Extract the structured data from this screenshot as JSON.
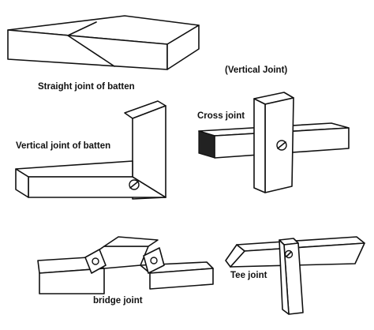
{
  "labels": {
    "straight": "Straight joint of batten",
    "vertical_heading": "(Vertical Joint)",
    "cross": "Cross joint",
    "vertical_batten": "Vertical joint of batten",
    "tee": "Tee joint",
    "bridge": "bridge joint"
  }
}
